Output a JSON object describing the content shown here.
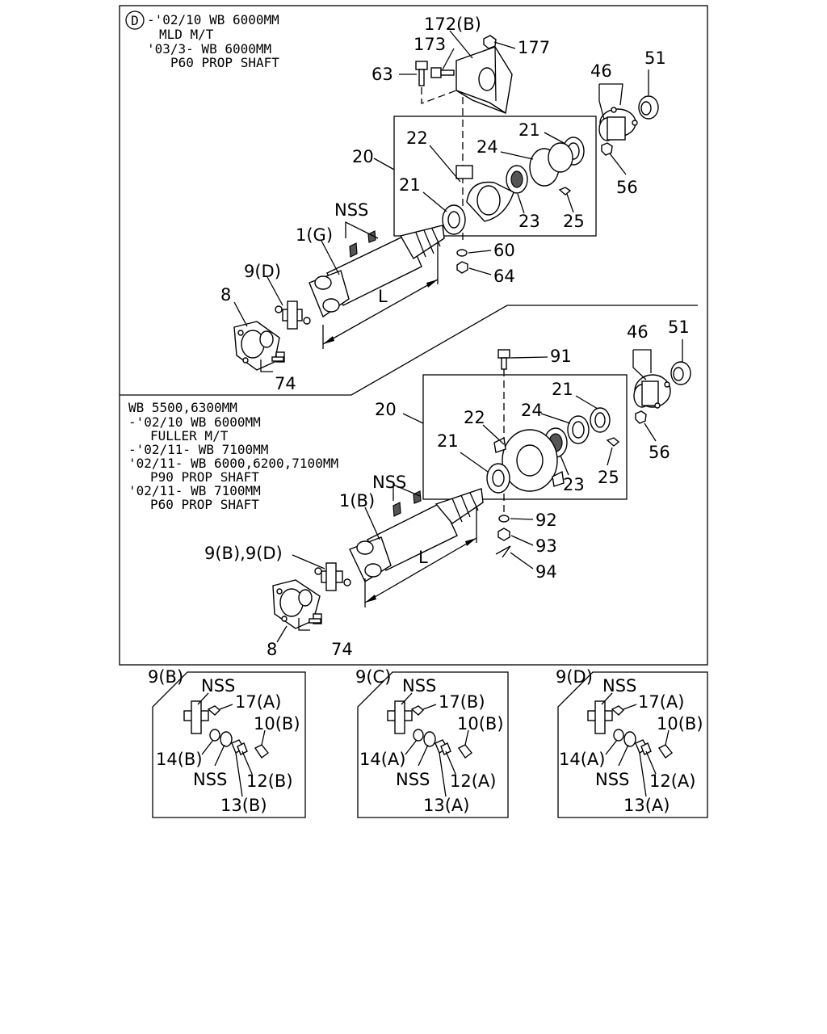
{
  "variant_mark": "D",
  "upper_notes": [
    "-'02/10 WB 6000MM",
    "MLD M/T",
    "'03/3- WB 6000MM",
    "P60 PROP SHAFT"
  ],
  "lower_notes": [
    "WB 5500,6300MM",
    "-'02/10 WB 6000MM",
    "FULLER M/T",
    "-'02/11- WB 7100MM",
    "'02/11- WB 6000,6200,7100MM",
    "P90 PROP SHAFT",
    "'02/11- WB 7100MM",
    "P60 PROP SHAFT"
  ],
  "upper_labels": {
    "p172b": "172(B)",
    "p173": "173",
    "p177": "177",
    "p63": "63",
    "p46": "46",
    "p51": "51",
    "p21a": "21",
    "p24": "24",
    "p22": "22",
    "p20": "20",
    "p21b": "21",
    "p56": "56",
    "p23": "23",
    "p25": "25",
    "nss": "NSS",
    "p1g": "1(G)",
    "p60": "60",
    "p64": "64",
    "p9d": "9(D)",
    "p8": "8",
    "len": "L",
    "p74": "74"
  },
  "lower_labels": {
    "p46": "46",
    "p51": "51",
    "p91": "91",
    "p21a": "21",
    "p20": "20",
    "p24": "24",
    "p22": "22",
    "p21b": "21",
    "p56": "56",
    "p23": "23",
    "p25": "25",
    "nss": "NSS",
    "p1b": "1(B)",
    "p92": "92",
    "p93": "93",
    "p94": "94",
    "p9bd": "9(B),9(D)",
    "len": "L",
    "p8": "8",
    "p74": "74"
  },
  "details": [
    {
      "title": "9(B)",
      "nss_top": "NSS",
      "p17": "17(A)",
      "p10": "10(B)",
      "p14": "14(B)",
      "nss_bottom": "NSS",
      "p12": "12(B)",
      "p13": "13(B)"
    },
    {
      "title": "9(C)",
      "nss_top": "NSS",
      "p17": "17(B)",
      "p10": "10(B)",
      "p14": "14(A)",
      "nss_bottom": "NSS",
      "p12": "12(A)",
      "p13": "13(A)"
    },
    {
      "title": "9(D)",
      "nss_top": "NSS",
      "p17": "17(A)",
      "p10": "10(B)",
      "p14": "14(A)",
      "nss_bottom": "NSS",
      "p12": "12(A)",
      "p13": "13(A)"
    }
  ]
}
